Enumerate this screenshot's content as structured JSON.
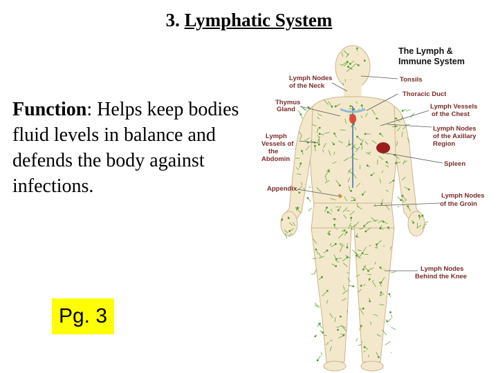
{
  "slide": {
    "title_number": "3.",
    "title_text": "Lymphatic System",
    "function_label": "Function",
    "function_text": ": Helps keep bodies fluid levels in balance and defends the body against infections.",
    "page_ref": "Pg. 3"
  },
  "figure": {
    "title_line1": "The Lymph &",
    "title_line2": "Immune System",
    "labels": {
      "lymph_nodes_neck_1": "Lymph Nodes",
      "lymph_nodes_neck_2": "of the Neck",
      "tonsils": "Tonsils",
      "thoracic_duct": "Thoracic Duct",
      "thymus_1": "Thymus",
      "thymus_2": "Gland",
      "lymph_vessels_chest_1": "Lymph Vessels",
      "lymph_vessels_chest_2": "of the Chest",
      "axillary_1": "Lymph Nodes",
      "axillary_2": "of the Axillary",
      "axillary_3": "Region",
      "abdomen_1": "Lymph",
      "abdomen_2": "Vessels of",
      "abdomen_3": "the",
      "abdomen_4": "Abdomin",
      "spleen": "Spleen",
      "appendix": "Appendix",
      "groin_1": "Lymph Nodes",
      "groin_2": "of the Groin",
      "knee_1": "Lymph Nodes",
      "knee_2": "Behind the Knee"
    },
    "colors": {
      "skin": "#f4e8cc",
      "vessels": "#5fa83a",
      "nodes": "#4f9a2c",
      "spleen": "#9b1f1f",
      "label_text": "#7a2a2a",
      "pointer_lines": "#555555"
    }
  }
}
